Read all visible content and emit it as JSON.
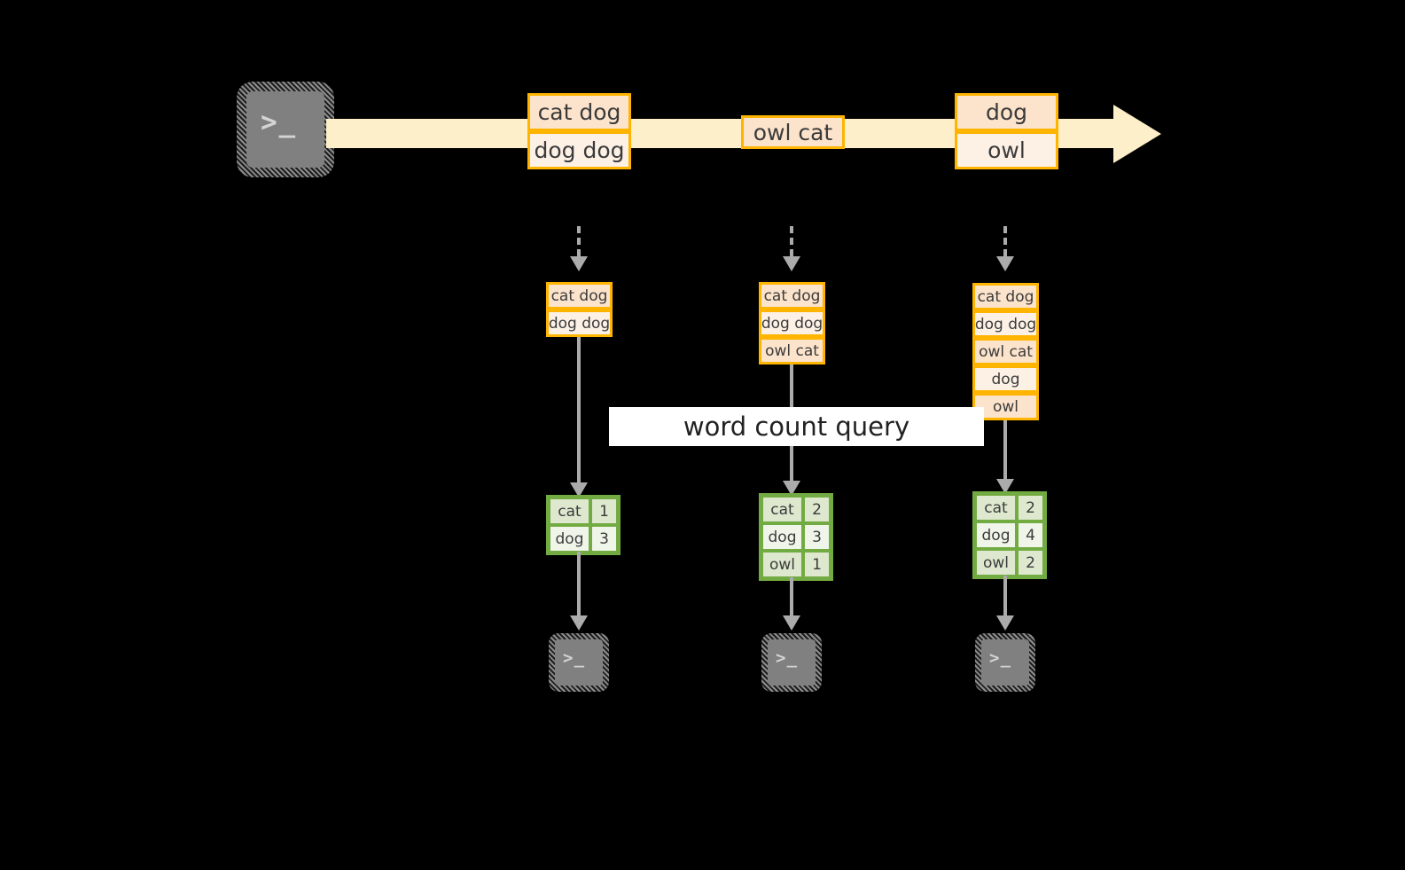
{
  "diagram": {
    "title": "word count query streaming diagram",
    "colors": {
      "background": "#000000",
      "ribbon": "#FDEFC9",
      "message_border": "#FFB400",
      "message_fill_dark": "#FCE3CB",
      "message_fill_light": "#FDF1E6",
      "table_border": "#73AB43",
      "table_fill_dark": "#DDE8CE",
      "table_fill_light": "#F0F5E9",
      "arrow": "#ABABAB",
      "terminal": "#808080",
      "banner": "#FFFFFF"
    }
  },
  "source_terminal": {
    "glyph": ">_",
    "icon": "terminal-icon"
  },
  "stream": {
    "arrow_icon": "right-arrow-ribbon",
    "groups": [
      {
        "messages": [
          "cat dog",
          "dog dog"
        ]
      },
      {
        "messages": [
          "owl cat"
        ]
      },
      {
        "messages": [
          "dog",
          "owl"
        ]
      }
    ]
  },
  "banner": {
    "label": "word count query"
  },
  "columns": [
    {
      "input_arrow": "dashed-down-arrow",
      "input_table": [
        "cat dog",
        "dog dog"
      ],
      "result_header": null,
      "result_rows": [
        {
          "word": "cat",
          "count": "1"
        },
        {
          "word": "dog",
          "count": "3"
        }
      ],
      "sink_terminal": {
        "glyph": ">_"
      }
    },
    {
      "input_arrow": "dashed-down-arrow",
      "input_table": [
        "cat dog",
        "dog dog",
        "owl cat"
      ],
      "result_header": null,
      "result_rows": [
        {
          "word": "cat",
          "count": "2"
        },
        {
          "word": "dog",
          "count": "3"
        },
        {
          "word": "owl",
          "count": "1"
        }
      ],
      "sink_terminal": {
        "glyph": ">_"
      }
    },
    {
      "input_arrow": "dashed-down-arrow",
      "input_table": [
        "cat dog",
        "dog dog",
        "owl cat",
        "dog",
        "owl"
      ],
      "result_header": null,
      "result_rows": [
        {
          "word": "cat",
          "count": "2"
        },
        {
          "word": "dog",
          "count": "4"
        },
        {
          "word": "owl",
          "count": "2"
        }
      ],
      "sink_terminal": {
        "glyph": ">_"
      }
    }
  ]
}
